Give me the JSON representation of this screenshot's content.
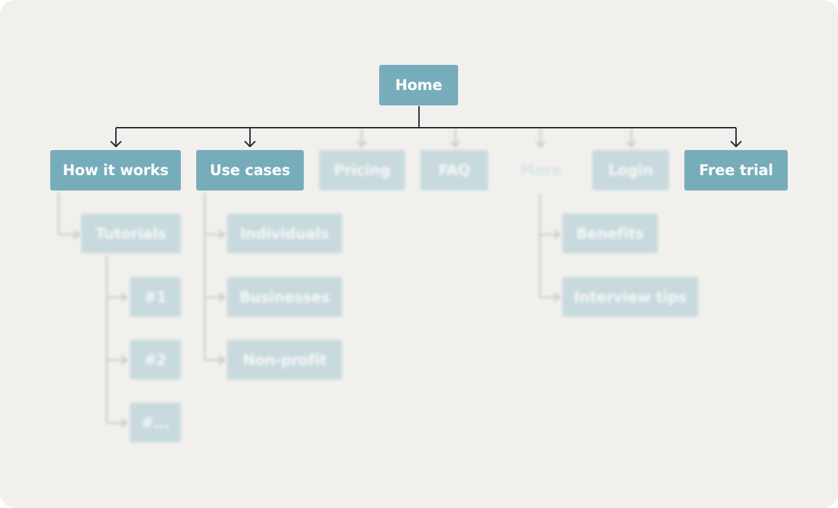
{
  "diagram": {
    "root": {
      "label": "Home"
    },
    "top_level": [
      {
        "id": "how",
        "label": "How it works",
        "focus": true
      },
      {
        "id": "use",
        "label": "Use cases",
        "focus": true
      },
      {
        "id": "pricing",
        "label": "Pricing",
        "focus": false
      },
      {
        "id": "faq",
        "label": "FAQ",
        "focus": false
      },
      {
        "id": "more",
        "label": "More",
        "focus": false
      },
      {
        "id": "login",
        "label": "Login",
        "focus": false
      },
      {
        "id": "trial",
        "label": "Free trial",
        "focus": true
      }
    ],
    "how_children": [
      {
        "label": "Tutorials",
        "children": [
          "#1",
          "#2",
          "#..."
        ]
      }
    ],
    "use_children": [
      "Individuals",
      "Businesses",
      "Non-profit"
    ],
    "more_children": [
      "Benefits",
      "Interview tips"
    ]
  },
  "colors": {
    "background": "#f2f0ed",
    "node_fill": "#77acbb",
    "node_text": "#ffffff",
    "connector": "#1f2d3a",
    "faded_connector": "#9c9c9c"
  }
}
